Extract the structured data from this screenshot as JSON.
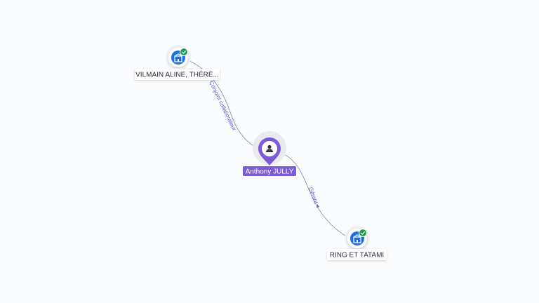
{
  "graph": {
    "colors": {
      "background": "#fbfcfe",
      "edge": "#8a8fa8",
      "edge_label": "#5b5fc7",
      "person_accent": "#7b5bd6",
      "company_accent": "#1f6fe0",
      "verified": "#1a9b4b",
      "company_label_text": "#2b3340",
      "person_label_text": "#ffffff"
    },
    "nodes": [
      {
        "id": "person",
        "type": "person",
        "label": "Anthony JULLY",
        "icon": "user-icon"
      },
      {
        "id": "vilmain",
        "type": "company",
        "label": "VILMAIN ALINE, THÉRÈ...",
        "icon": "building-icon",
        "verified": true
      },
      {
        "id": "ring",
        "type": "company",
        "label": "RING ET TATAMI",
        "icon": "building-icon",
        "verified": true
      }
    ],
    "edges": [
      {
        "from": "person",
        "to": "vilmain",
        "label": "Conjoint collaborateur"
      },
      {
        "from": "person",
        "to": "ring",
        "label": "Gérant"
      }
    ]
  }
}
